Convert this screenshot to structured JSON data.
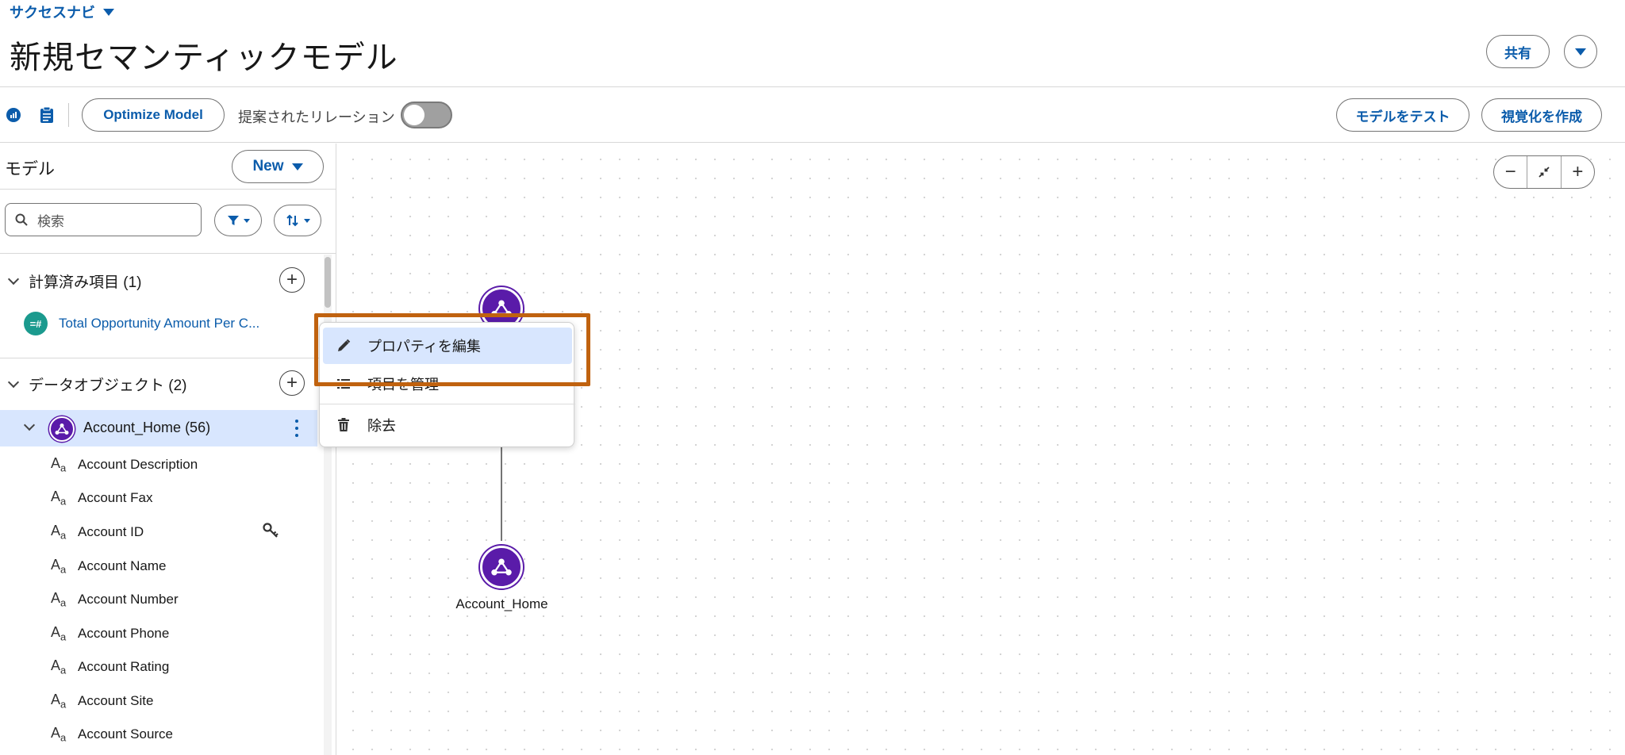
{
  "app": {
    "name": "サクセスナビ"
  },
  "page": {
    "title": "新規セマンティックモデル"
  },
  "header": {
    "share_label": "共有"
  },
  "toolbar": {
    "optimize_label": "Optimize Model",
    "suggested_relations_label": "提案されたリレーション",
    "suggested_relations_on": false,
    "test_model_label": "モデルをテスト",
    "create_viz_label": "視覚化を作成"
  },
  "sidebar": {
    "title": "モデル",
    "new_label": "New",
    "search": {
      "placeholder": "検索"
    },
    "calculated": {
      "header": "計算済み項目 (1)",
      "items": [
        {
          "badge": "=#",
          "label": "Total Opportunity Amount Per C..."
        }
      ]
    },
    "data_objects": {
      "header": "データオブジェクト (2)",
      "object": {
        "label": "Account_Home (56)"
      },
      "fields": [
        {
          "label": "Account Description",
          "key": false
        },
        {
          "label": "Account Fax",
          "key": false
        },
        {
          "label": "Account ID",
          "key": true
        },
        {
          "label": "Account Name",
          "key": false
        },
        {
          "label": "Account Number",
          "key": false
        },
        {
          "label": "Account Phone",
          "key": false
        },
        {
          "label": "Account Rating",
          "key": false
        },
        {
          "label": "Account Site",
          "key": false
        },
        {
          "label": "Account Source",
          "key": false
        }
      ]
    }
  },
  "context_menu": {
    "items": [
      {
        "label": "プロパティを編集",
        "icon": "pencil-icon",
        "active": true
      },
      {
        "label": "項目を管理",
        "icon": "list-icon",
        "active": false
      },
      {
        "label": "除去",
        "icon": "trash-icon",
        "active": false
      }
    ]
  },
  "canvas": {
    "node_label": "Account_Home"
  },
  "colors": {
    "brand_blue": "#0b5cab",
    "object_purple": "#5a1ba9",
    "selection_bg": "#d8e6fe",
    "highlight_orange": "#c0620f",
    "calc_badge_teal": "#1b9a8e"
  }
}
